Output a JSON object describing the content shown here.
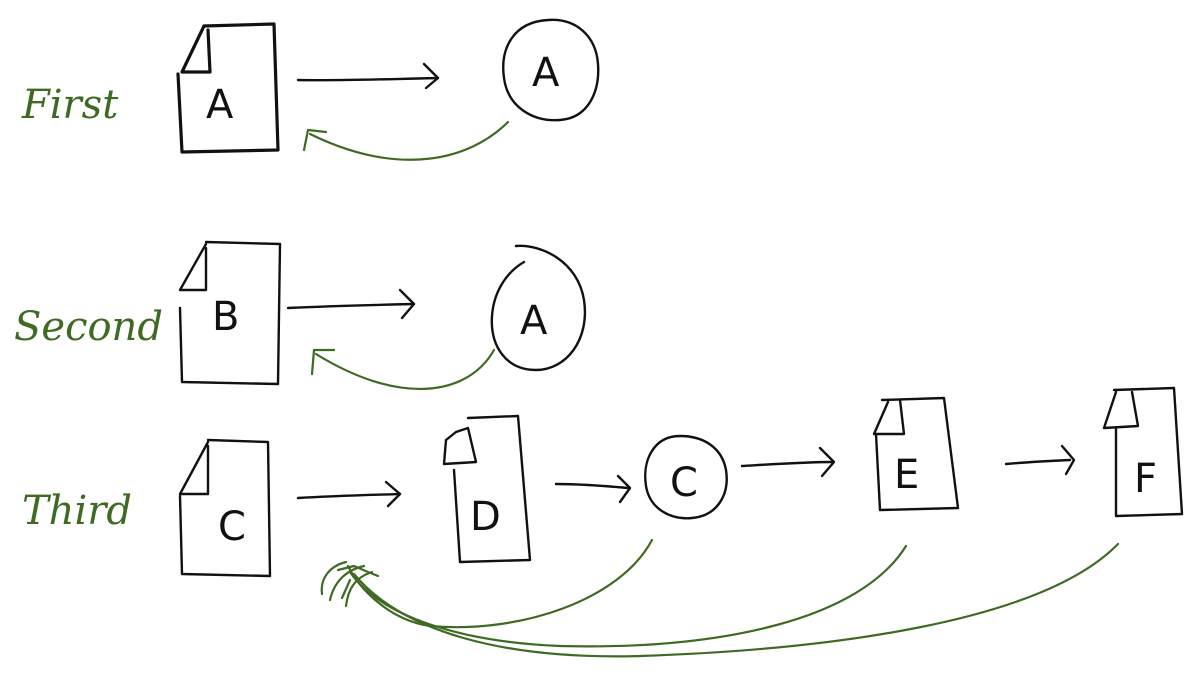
{
  "rows": [
    {
      "label": "First"
    },
    {
      "label": "Second"
    },
    {
      "label": "Third"
    }
  ],
  "nodes": {
    "first_doc": "A",
    "first_circle": "A",
    "second_doc": "B",
    "second_circle": "A",
    "third_doc_c": "C",
    "third_doc_d": "D",
    "third_circle": "C",
    "third_doc_e": "E",
    "third_doc_f": "F"
  },
  "colors": {
    "ink": "#111111",
    "return_arrow": "#3f6a23",
    "row_label": "#3f6a23"
  }
}
